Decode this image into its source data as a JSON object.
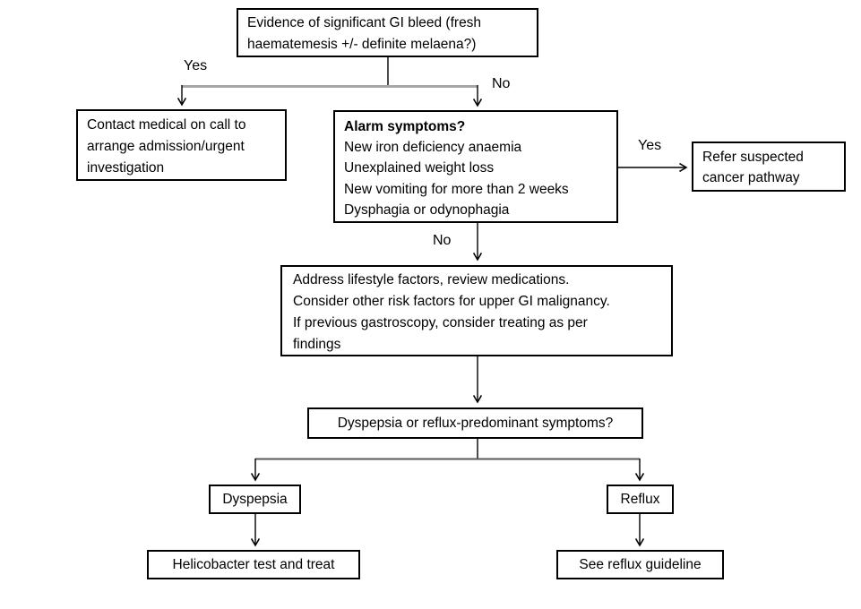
{
  "nodes": {
    "gi_bleed": {
      "line1": "Evidence of significant GI bleed (fresh",
      "line2": "haematemesis +/- definite melaena?)"
    },
    "contact_medical": {
      "line1": "Contact medical on call to",
      "line2": "arrange admission/urgent",
      "line3": "investigation"
    },
    "alarm": {
      "title": "Alarm symptoms?",
      "items": [
        "New iron deficiency anaemia",
        "Unexplained weight loss",
        "New vomiting for more than 2 weeks",
        "Dysphagia or odynophagia"
      ]
    },
    "refer_cancer": {
      "line1": "Refer suspected",
      "line2": "cancer pathway"
    },
    "lifestyle": {
      "line1": "Address lifestyle factors, review medications.",
      "line2": "Consider other risk factors for upper GI malignancy.",
      "line3": "If previous gastroscopy, consider treating as per",
      "line4": "findings"
    },
    "question": {
      "text": "Dyspepsia or reflux-predominant symptoms?"
    },
    "dyspepsia": {
      "text": "Dyspepsia"
    },
    "reflux": {
      "text": "Reflux"
    },
    "helicobacter": {
      "text": "Helicobacter test and treat"
    },
    "see_reflux": {
      "text": "See reflux guideline"
    }
  },
  "edge_labels": {
    "yes_top": "Yes",
    "no_top": "No",
    "yes_alarm": "Yes",
    "no_alarm": "No"
  },
  "colors": {
    "connector": "#000000",
    "branch_line_light": "#a6a6a6",
    "branch_line_dark": "#595959",
    "box_border": "#000000",
    "background": "#ffffff",
    "text": "#000000"
  }
}
